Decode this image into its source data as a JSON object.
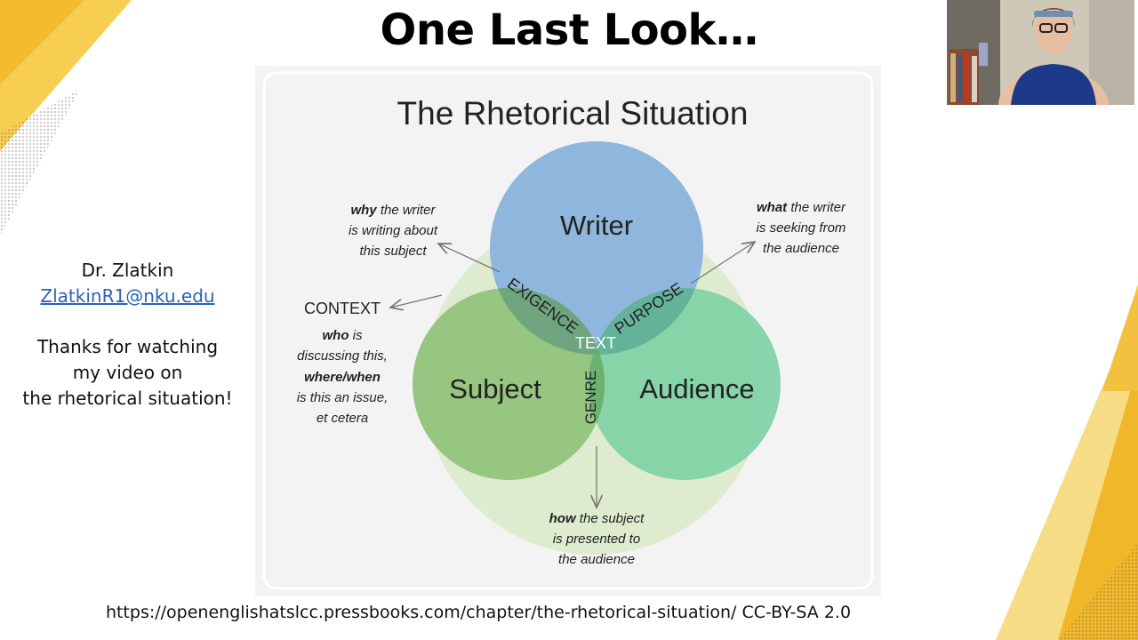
{
  "slide": {
    "title": "One Last Look…",
    "source": "https://openenglishatslcc.pressbooks.com/chapter/the-rhetorical-situation/ CC-BY-SA 2.0"
  },
  "sidebar": {
    "name": "Dr. Zlatkin",
    "email": "ZlatkinR1@nku.edu",
    "thanks_lines": [
      "Thanks for watching",
      "my video on",
      "the rhetorical situation!"
    ]
  },
  "diagram": {
    "title": "The Rhetorical Situation",
    "circles": {
      "writer": "Writer",
      "subject": "Subject",
      "audience": "Audience"
    },
    "overlaps": {
      "exigence": "EXIGENCE",
      "purpose": "PURPOSE",
      "genre": "GENRE",
      "text": "TEXT"
    },
    "context_label": "CONTEXT",
    "annotations": {
      "why_bold": "why",
      "why_line1_rest": " the writer",
      "why_line2": "is writing about",
      "why_line3": "this subject",
      "what_bold": "what",
      "what_line1_rest": " the writer",
      "what_line2": "is seeking from",
      "what_line3": "the audience",
      "who_bold": "who",
      "who_line1_rest": " is",
      "who_line2": "discussing this,",
      "where_bold": "where/when",
      "where_line4": "is this an issue,",
      "where_line5": "et cetera",
      "how_bold": "how",
      "how_line1_rest": " the subject",
      "how_line2": "is presented to",
      "how_line3": "the audience"
    },
    "colors": {
      "writer": "#8fb6dc",
      "subject": "#8fc27a",
      "audience": "#7fd1a6",
      "context": "#d7e8c3"
    }
  },
  "webcam": {
    "label": "presenter-webcam"
  }
}
